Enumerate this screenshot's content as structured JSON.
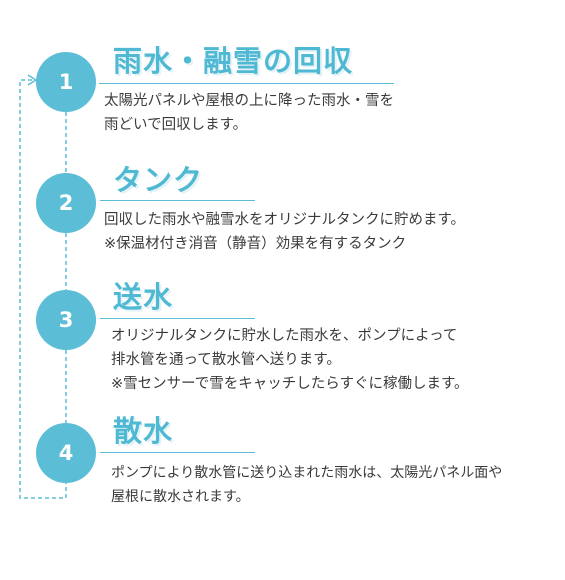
{
  "steps": [
    {
      "number": "1",
      "title": "雨水・融雪の回収",
      "lines": [
        "太陽光パネルや屋根の上に降った雨水・雪を",
        "雨どいで回収します。"
      ]
    },
    {
      "number": "2",
      "title": "タンク",
      "lines": [
        "回収した雨水や融雪水をオリジナルタンクに貯めます。",
        "※保温材付き消音（静音）効果を有するタンク"
      ]
    },
    {
      "number": "3",
      "title": "送水",
      "lines": [
        "オリジナルタンクに貯水した雨水を、ポンプによって",
        "排水管を通って散水管へ送ります。",
        "※雪センサーで雪をキャッチしたらすぐに稼働します。"
      ]
    },
    {
      "number": "4",
      "title": "散水",
      "lines": [
        "ポンプにより散水管に送り込まれた雨水は、太陽光パネル面や",
        "屋根に散水されます。"
      ]
    }
  ],
  "colors": {
    "accent": "#5bbdd6",
    "title": "#4fb8d3",
    "text": "#3a3a3a"
  }
}
